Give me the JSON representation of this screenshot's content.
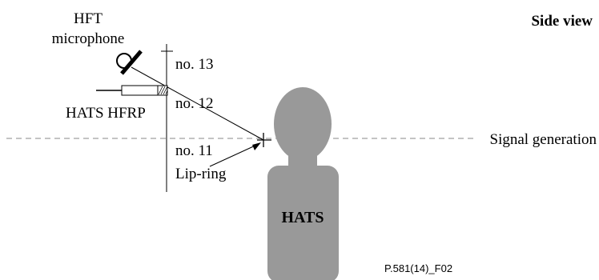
{
  "diagram": {
    "title": "Side view",
    "microphone_label_line1": "HFT",
    "microphone_label_line2": "microphone",
    "hfrp_label": "HATS HFRP",
    "positions": [
      "no. 13",
      "no. 12",
      "no. 11"
    ],
    "lip_ring_label": "Lip-ring",
    "signal_label": "Signal generation",
    "hats_label": "HATS",
    "figure_id": "P.581(14)_F02",
    "colors": {
      "head_fill": "#999999",
      "line": "#000000",
      "dashed_line": "#888888"
    }
  }
}
